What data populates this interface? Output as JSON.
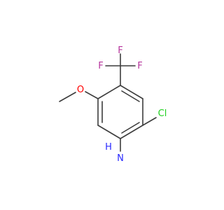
{
  "molecule": {
    "atoms": {
      "F_top": "F",
      "F_left": "F",
      "F_right": "F",
      "O": "O",
      "Cl": "Cl",
      "N": "N",
      "H": "H"
    },
    "colors": {
      "F": "#b5339c",
      "O": "#ff0000",
      "Cl": "#1fd11f",
      "N": "#2828ff",
      "bond": "#3c3c3c"
    }
  }
}
